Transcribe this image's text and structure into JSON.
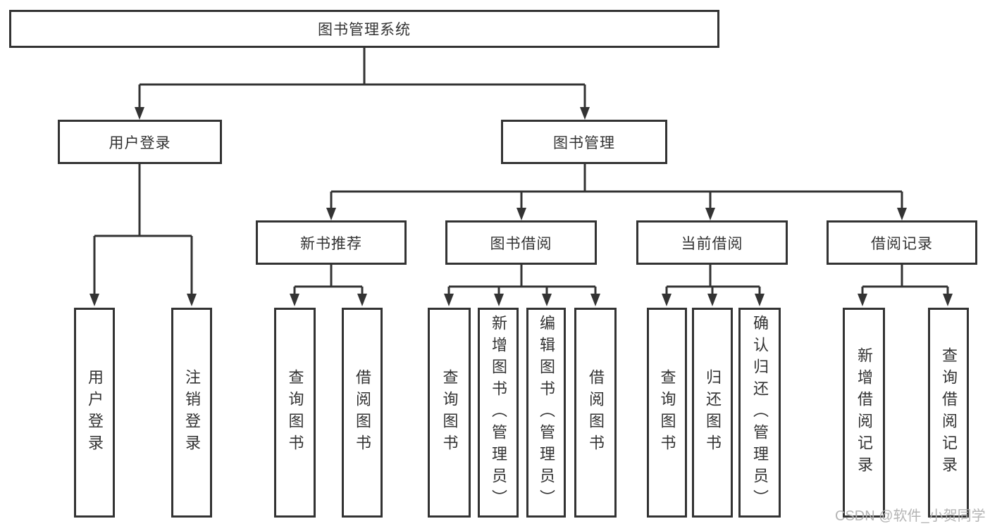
{
  "diagram_title": "图书管理系统",
  "colors": {
    "line": "#333333",
    "box_border": "#333333",
    "text": "#333333",
    "background": "#ffffff",
    "watermark": "#b0b0b0"
  },
  "tree": {
    "root": {
      "label": "图书管理系统",
      "children": [
        {
          "label": "用户登录",
          "children": [
            {
              "label": "用户登录"
            },
            {
              "label": "注销登录"
            }
          ]
        },
        {
          "label": "图书管理",
          "children": [
            {
              "label": "新书推荐",
              "children": [
                {
                  "label": "查询图书"
                },
                {
                  "label": "借阅图书"
                }
              ]
            },
            {
              "label": "图书借阅",
              "children": [
                {
                  "label": "查询图书"
                },
                {
                  "label": "新增图书（管理员）"
                },
                {
                  "label": "编辑图书（管理员）"
                },
                {
                  "label": "借阅图书"
                }
              ]
            },
            {
              "label": "当前借阅",
              "children": [
                {
                  "label": "查询图书"
                },
                {
                  "label": "归还图书"
                },
                {
                  "label": "确认归还（管理员）"
                }
              ]
            },
            {
              "label": "借阅记录",
              "children": [
                {
                  "label": "新增借阅记录"
                },
                {
                  "label": "查询借阅记录"
                }
              ]
            }
          ]
        }
      ]
    }
  },
  "watermark": {
    "text": "CSDN @软件_小贺同学"
  }
}
